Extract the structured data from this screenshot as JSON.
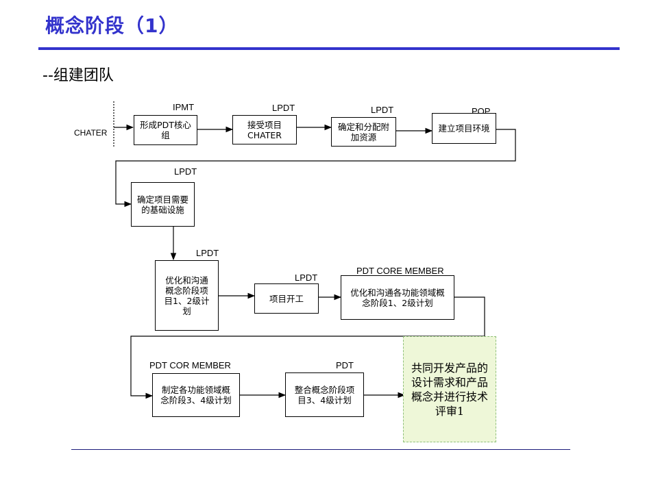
{
  "header": {
    "title": "概念阶段（1）",
    "subtitle": "--组建团队"
  },
  "diagram": {
    "start_label": "CHATER",
    "boxes": {
      "form_core": "形成PDT核心组",
      "accept_project": "接受项目CHATER",
      "assign_resources": "确定和分配附加资源",
      "build_env": "建立项目环境",
      "confirm_infra": "确定项目需要的基础设施",
      "optimize_plan": "优化和沟通概念阶段项目1、2级计划",
      "kickoff": "项目开工",
      "optimize_domain_plan": "优化和沟通各功能领域概念阶段1、2级计划",
      "make_domain_plan": "制定各功能领域概念阶段3、4级计划",
      "integrate_plan": "整合概念阶段项目3、4级计划",
      "joint_dev": "共同开发产品的设计需求和产品概念并进行技术评审1"
    },
    "roles": {
      "form_core": "IPMT",
      "accept_project": "LPDT",
      "assign_resources": "LPDT",
      "build_env": "POP",
      "confirm_infra": "LPDT",
      "optimize_plan": "LPDT",
      "kickoff": "LPDT",
      "optimize_domain_plan": "PDT CORE MEMBER",
      "make_domain_plan": "PDT COR MEMBER",
      "integrate_plan": "PDT"
    }
  }
}
